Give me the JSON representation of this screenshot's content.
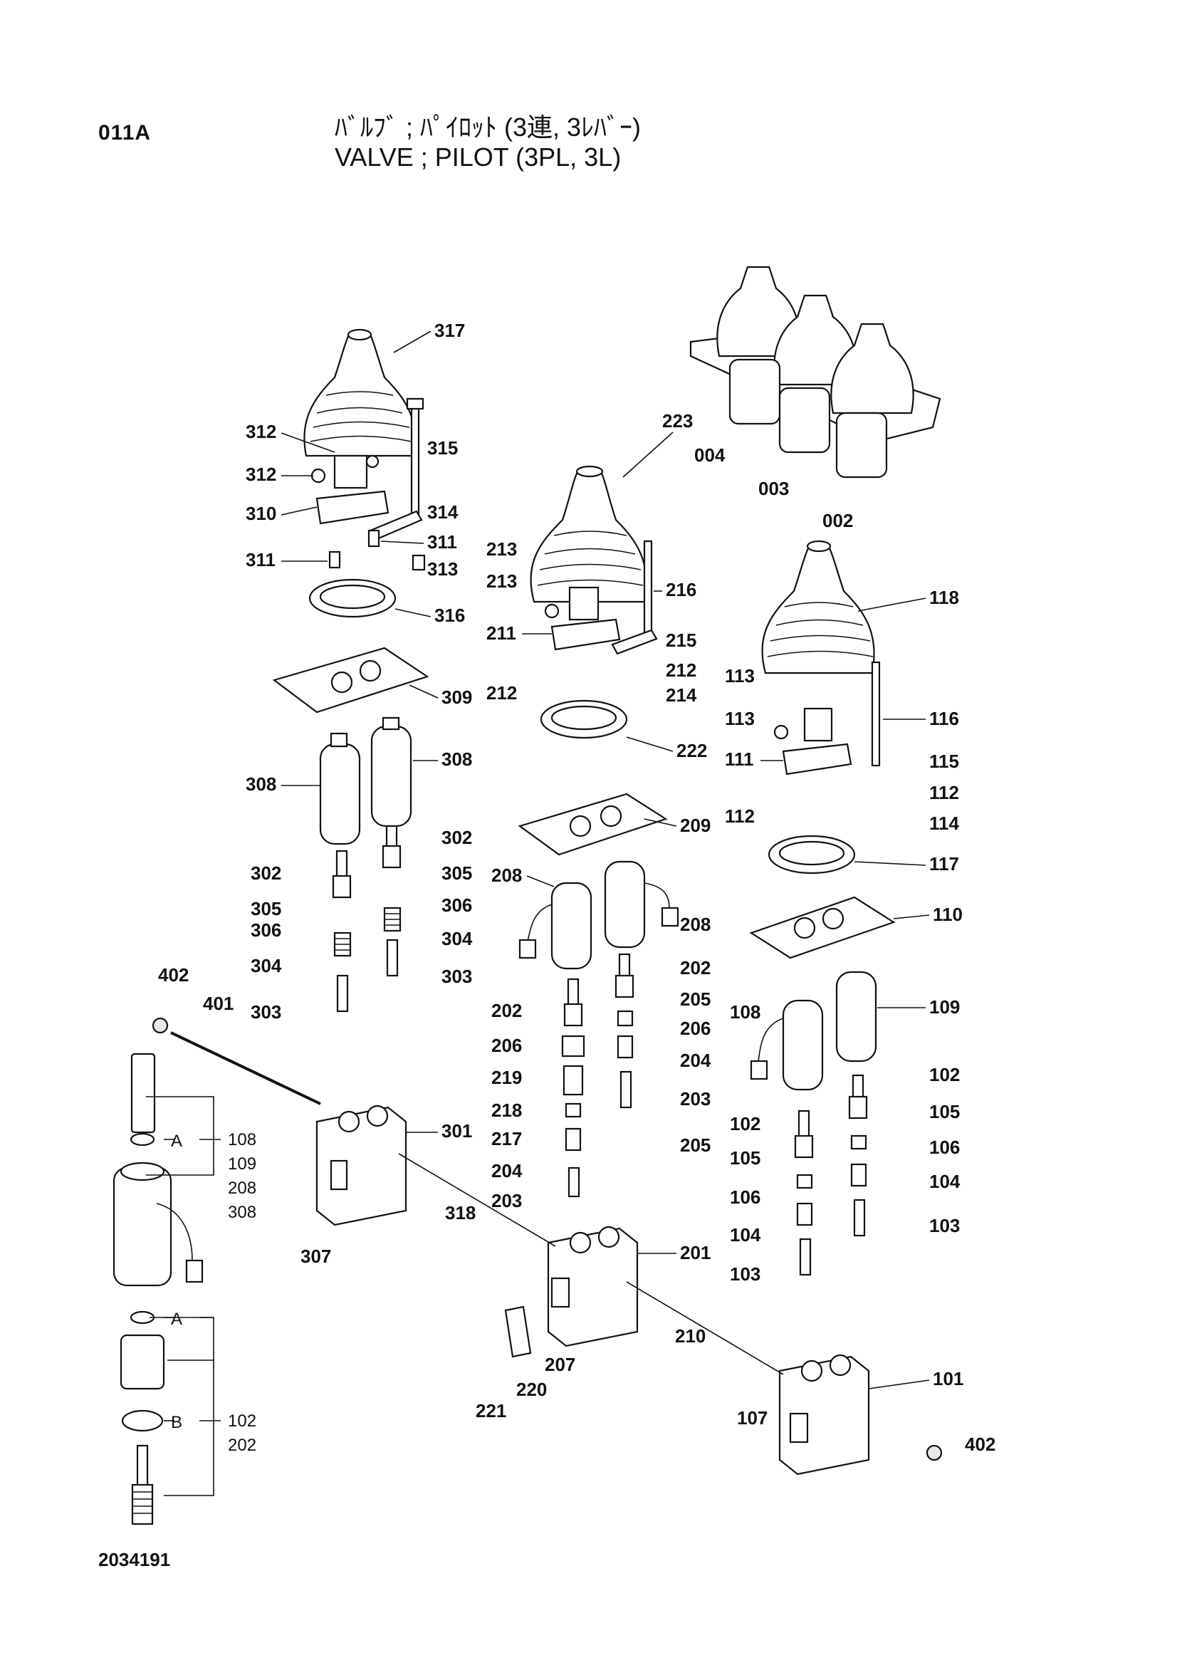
{
  "header": {
    "page_code": "011A",
    "title_jp": "ﾊﾞﾙﾌﾞ ; ﾊﾟｲﾛｯﾄ (3連, 3ﾚﾊﾞｰ)",
    "title_en": "VALVE ; PILOT (3PL, 3L)"
  },
  "footer": {
    "drawing_no": "2034191"
  },
  "callouts": [
    "317",
    "315",
    "312",
    "312",
    "310",
    "314",
    "311",
    "311",
    "313",
    "316",
    "309",
    "308",
    "308",
    "302",
    "302",
    "305",
    "305",
    "306",
    "306",
    "304",
    "304",
    "303",
    "303",
    "301",
    "307",
    "318",
    "402",
    "401",
    "223",
    "004",
    "003",
    "002",
    "213",
    "213",
    "211",
    "216",
    "215",
    "212",
    "212",
    "214",
    "222",
    "209",
    "208",
    "208",
    "202",
    "202",
    "205",
    "205",
    "206",
    "206",
    "219",
    "218",
    "217",
    "204",
    "204",
    "203",
    "203",
    "201",
    "207",
    "210",
    "220",
    "221",
    "118",
    "113",
    "113",
    "111",
    "116",
    "115",
    "112",
    "112",
    "114",
    "117",
    "110",
    "108",
    "109",
    "102",
    "102",
    "105",
    "105",
    "106",
    "106",
    "104",
    "104",
    "103",
    "103",
    "101",
    "107",
    "402"
  ],
  "legend": {
    "label_a": "A",
    "label_a2": "A",
    "label_b": "B",
    "group_a_parts": [
      "108",
      "109",
      "208",
      "308"
    ],
    "group_b_parts": [
      "102",
      "202"
    ]
  }
}
